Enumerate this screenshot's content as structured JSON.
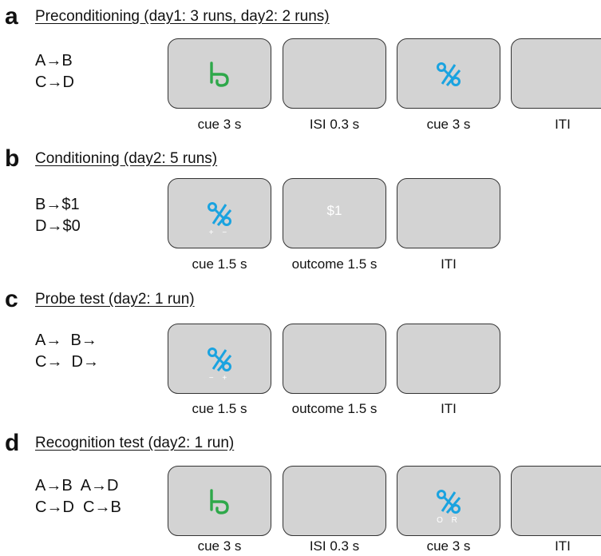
{
  "panels": {
    "a": {
      "letter": "a",
      "title": "Preconditioning (day1: 3 runs, day2: 2 runs)",
      "rules": [
        "A→B",
        "C→D"
      ],
      "screens": [
        {
          "stimulus": "green-glyph-icon",
          "keys": ""
        },
        {
          "stimulus": "blank",
          "keys": ""
        },
        {
          "stimulus": "blue-scissors-glyph-icon",
          "keys": ""
        },
        {
          "stimulus": "blank",
          "keys": ""
        }
      ],
      "timings": [
        "cue 3 s",
        "ISI 0.3 s",
        "cue 3 s",
        "ITI"
      ]
    },
    "b": {
      "letter": "b",
      "title": "Conditioning (day2: 5 runs)",
      "rules": [
        "B→$1",
        "D→$0"
      ],
      "screens": [
        {
          "stimulus": "blue-scissors-glyph-icon",
          "keys": "+ −"
        },
        {
          "stimulus": "outcome",
          "outcome": "$1"
        },
        {
          "stimulus": "blank",
          "keys": ""
        }
      ],
      "timings": [
        "cue 1.5 s",
        "outcome 1.5 s",
        "ITI"
      ]
    },
    "c": {
      "letter": "c",
      "title": "Probe test (day2: 1 run)",
      "rules": [
        "A→  B→",
        "C→  D→"
      ],
      "screens": [
        {
          "stimulus": "blue-scissors-glyph-icon",
          "keys": "− +"
        },
        {
          "stimulus": "blank",
          "keys": ""
        },
        {
          "stimulus": "blank",
          "keys": ""
        }
      ],
      "timings": [
        "cue 1.5 s",
        "outcome 1.5 s",
        "ITI"
      ]
    },
    "d": {
      "letter": "d",
      "title": "Recognition test (day2: 1 run)",
      "rules": [
        "A→B  A→D",
        "C→D  C→B"
      ],
      "screens": [
        {
          "stimulus": "green-glyph-icon",
          "keys": ""
        },
        {
          "stimulus": "blank",
          "keys": ""
        },
        {
          "stimulus": "blue-scissors-glyph-icon",
          "keys": "O R"
        },
        {
          "stimulus": "blank",
          "keys": ""
        }
      ],
      "timings": [
        "cue 3 s",
        "ISI 0.3 s",
        "cue 3 s",
        "ITI"
      ]
    }
  },
  "colors": {
    "screen_fill": "#d3d3d3",
    "green_stimulus": "#2ea84a",
    "blue_stimulus": "#1aa3e0"
  }
}
